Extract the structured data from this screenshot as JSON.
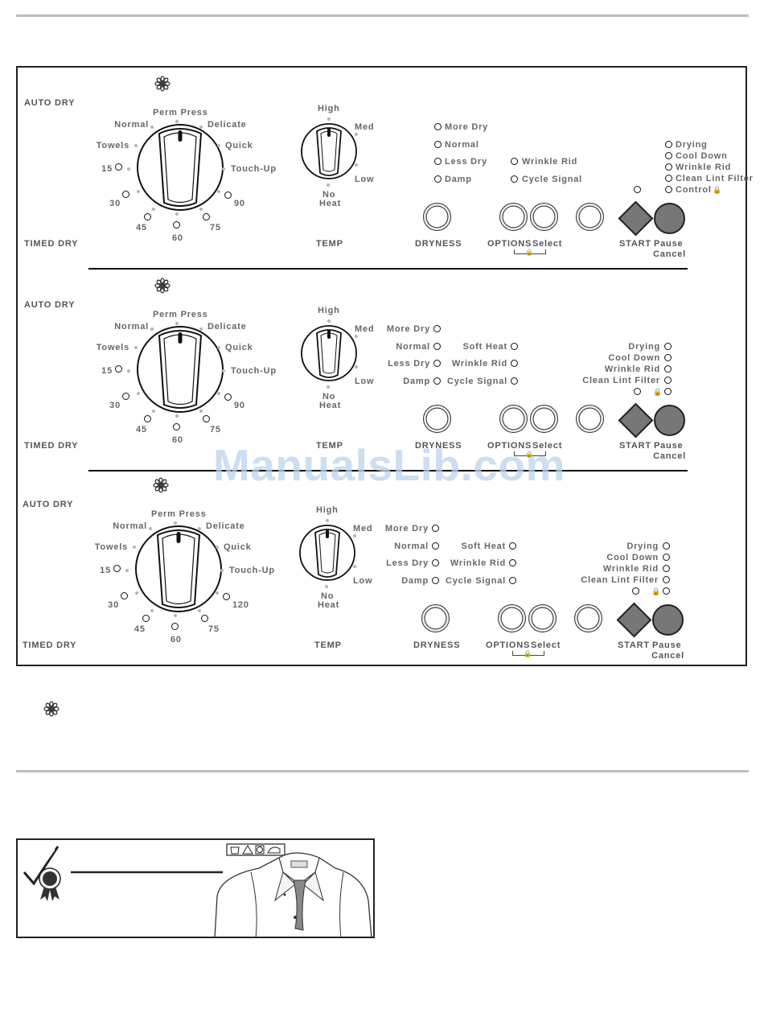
{
  "panels": [
    {
      "auto_dry": "AUTO DRY",
      "timed_dry": "TIMED DRY",
      "cycles": {
        "perm_press": "Perm Press",
        "normal": "Normal",
        "delicate": "Delicate",
        "towels": "Towels",
        "quick": "Quick",
        "touch_up": "Touch-Up"
      },
      "times": {
        "t15": "15",
        "t30": "30",
        "t45": "45",
        "t60": "60",
        "t75": "75",
        "tmax": "90"
      },
      "temp": {
        "high": "High",
        "med": "Med",
        "low": "Low",
        "no": "No",
        "heat": "Heat",
        "label": "TEMP"
      },
      "dryness": {
        "more_dry": "More Dry",
        "normal": "Normal",
        "less_dry": "Less Dry",
        "damp": "Damp",
        "label": "DRYNESS"
      },
      "options": {
        "soft_heat": "",
        "wrinkle_rid": "Wrinkle Rid",
        "cycle_signal": "Cycle Signal",
        "label": "OPTIONS",
        "select": "Select"
      },
      "status": {
        "drying": "Drying",
        "cool_down": "Cool Down",
        "wrinkle_rid": "Wrinkle Rid",
        "clean_lint_filter": "Clean Lint Filter",
        "control": "Control"
      },
      "start": {
        "start": "START",
        "pause": "Pause",
        "cancel": "Cancel"
      }
    },
    {
      "auto_dry": "AUTO DRY",
      "timed_dry": "TIMED DRY",
      "cycles": {
        "perm_press": "Perm Press",
        "normal": "Normal",
        "delicate": "Delicate",
        "towels": "Towels",
        "quick": "Quick",
        "touch_up": "Touch-Up"
      },
      "times": {
        "t15": "15",
        "t30": "30",
        "t45": "45",
        "t60": "60",
        "t75": "75",
        "tmax": "90"
      },
      "temp": {
        "high": "High",
        "med": "Med",
        "low": "Low",
        "no": "No",
        "heat": "Heat",
        "label": "TEMP"
      },
      "dryness": {
        "more_dry": "More Dry",
        "normal": "Normal",
        "less_dry": "Less Dry",
        "damp": "Damp",
        "label": "DRYNESS"
      },
      "options": {
        "soft_heat": "Soft Heat",
        "wrinkle_rid": "Wrinkle Rid",
        "cycle_signal": "Cycle Signal",
        "label": "OPTIONS",
        "select": "Select"
      },
      "status": {
        "drying": "Drying",
        "cool_down": "Cool Down",
        "wrinkle_rid": "Wrinkle Rid",
        "clean_lint_filter": "Clean Lint Filter",
        "control": ""
      },
      "start": {
        "start": "START",
        "pause": "Pause",
        "cancel": "Cancel"
      }
    },
    {
      "auto_dry": "AUTO DRY",
      "timed_dry": "TIMED DRY",
      "cycles": {
        "perm_press": "Perm Press",
        "normal": "Normal",
        "delicate": "Delicate",
        "towels": "Towels",
        "quick": "Quick",
        "touch_up": "Touch-Up"
      },
      "times": {
        "t15": "15",
        "t30": "30",
        "t45": "45",
        "t60": "60",
        "t75": "75",
        "tmax": "120"
      },
      "temp": {
        "high": "High",
        "med": "Med",
        "low": "Low",
        "no": "No",
        "heat": "Heat",
        "label": "TEMP"
      },
      "dryness": {
        "more_dry": "More Dry",
        "normal": "Normal",
        "less_dry": "Less Dry",
        "damp": "Damp",
        "label": "DRYNESS"
      },
      "options": {
        "soft_heat": "Soft Heat",
        "wrinkle_rid": "Wrinkle Rid",
        "cycle_signal": "Cycle Signal",
        "label": "OPTIONS",
        "select": "Select"
      },
      "status": {
        "drying": "Drying",
        "cool_down": "Cool Down",
        "wrinkle_rid": "Wrinkle Rid",
        "clean_lint_filter": "Clean Lint Filter",
        "control": ""
      },
      "start": {
        "start": "START",
        "pause": "Pause",
        "cancel": "Cancel"
      }
    }
  ],
  "watermark": "ManualsLib.com",
  "icons": {
    "snowflake": "snowflake-icon",
    "lock": "lock-icon",
    "ribbon": "award-ribbon-icon",
    "care_symbols": "care-symbols-icon"
  }
}
